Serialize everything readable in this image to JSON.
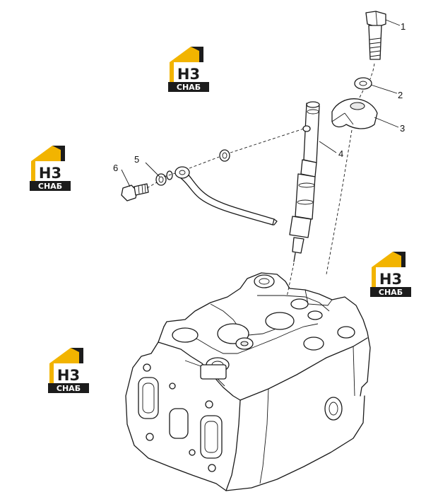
{
  "watermark": {
    "letters": "Н3",
    "caption": "СНАБ",
    "colors": {
      "roof": "#f2b400",
      "dark": "#1c1c1c",
      "light": "#ffffff"
    }
  },
  "callouts": [
    {
      "id": "1",
      "label": "1"
    },
    {
      "id": "2",
      "label": "2"
    },
    {
      "id": "3",
      "label": "3"
    },
    {
      "id": "4",
      "label": "4"
    },
    {
      "id": "5",
      "label": "5"
    },
    {
      "id": "6",
      "label": "6"
    }
  ]
}
